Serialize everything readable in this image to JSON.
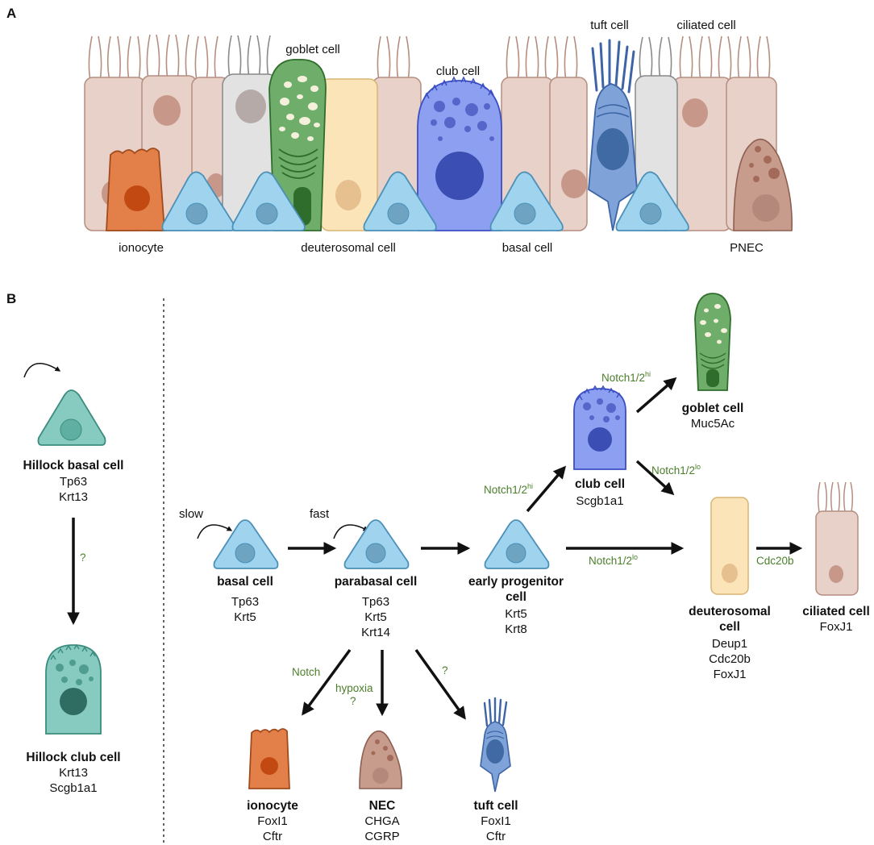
{
  "panels": {
    "a": "A",
    "b": "B"
  },
  "panel_a_labels": {
    "goblet": "goblet cell",
    "club": "club cell",
    "tuft": "tuft cell",
    "ciliated": "ciliated cell",
    "ionocyte": "ionocyte",
    "deuterosomal": "deuterosomal cell",
    "basal": "basal cell",
    "pnec": "PNEC"
  },
  "colors": {
    "basal_fill": "#9fd3ee",
    "basal_stroke": "#4a90b8",
    "club_fill": "#8c9ff0",
    "club_stroke": "#3b4fc2",
    "goblet_fill": "#6fae6a",
    "goblet_stroke": "#2f6d2c",
    "ionocyte_fill": "#e3804a",
    "ionocyte_stroke": "#a14a1b",
    "tuft_fill": "#7fa3d8",
    "tuft_stroke": "#3d64a5",
    "ciliated_fill": "#e7d1c8",
    "ciliated_stroke": "#b58e80",
    "deutero_fill": "#fbe5b8",
    "deutero_stroke": "#d8b472",
    "pnec_fill": "#c79c8d",
    "pnec_stroke": "#8e5f50",
    "hillock_fill": "#87cbc0",
    "hillock_stroke": "#3b8c7f",
    "notch_text": "#4a7f2a"
  },
  "hillock": {
    "basal": {
      "name": "Hillock basal cell",
      "markers": [
        "Tp63",
        "Krt13"
      ]
    },
    "arrow_label": "?",
    "club": {
      "name": "Hillock club cell",
      "markers": [
        "Krt13",
        "Scgb1a1"
      ]
    }
  },
  "lineage": {
    "basal": {
      "name": "basal cell",
      "markers": [
        "Tp63",
        "Krt5"
      ],
      "renewal": "slow"
    },
    "parabasal": {
      "name": "parabasal cell",
      "markers": [
        "Tp63",
        "Krt5",
        "Krt14"
      ],
      "renewal": "fast"
    },
    "early": {
      "name": [
        "early progenitor",
        "cell"
      ],
      "markers": [
        "Krt5",
        "Krt8"
      ]
    },
    "club": {
      "name": "club cell",
      "markers": [
        "Scgb1a1"
      ]
    },
    "goblet": {
      "name": "goblet cell",
      "markers": [
        "Muc5Ac"
      ]
    },
    "deutero": {
      "name": [
        "deuterosomal",
        "cell"
      ],
      "markers": [
        "Deup1",
        "Cdc20b",
        "FoxJ1"
      ]
    },
    "ciliated": {
      "name": "ciliated cell",
      "markers": [
        "FoxJ1"
      ]
    },
    "ionocyte": {
      "name": "ionocyte",
      "markers": [
        "FoxI1",
        "Cftr"
      ]
    },
    "nec": {
      "name": "NEC",
      "markers": [
        "CHGA",
        "CGRP"
      ]
    },
    "tuft": {
      "name": "tuft cell",
      "markers": [
        "FoxI1",
        "Cftr"
      ]
    }
  },
  "arrow_labels": {
    "notch_hi_club": "Notch1/2",
    "notch_hi_club_sup": "hi",
    "notch_hi_goblet": "Notch1/2",
    "notch_hi_goblet_sup": "hi",
    "notch_lo_club": "Notch1/2",
    "notch_lo_club_sup": "lo",
    "notch_lo_early": "Notch1/2",
    "notch_lo_early_sup": "lo",
    "cdc20b": "Cdc20b",
    "notch": "Notch",
    "hypoxia": "hypoxia",
    "hypoxia_q": "?",
    "tuft_q": "?"
  }
}
